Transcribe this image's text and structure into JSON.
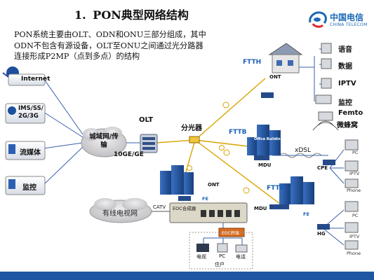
{
  "header": {
    "number": "1.",
    "title": "PON典型网络结构",
    "logo_cn": "中国电信",
    "logo_en": "CHINA TELECOM"
  },
  "intro": {
    "line1": "PON系统主要由OLT、ODN和ONU三部分组成，其中",
    "line2": "ODN不包含有源设备，OLT至ONU之间通过光分路器",
    "line3": "连接形成P2MP（点到多点）的结构"
  },
  "diagram": {
    "services": [
      "Internet",
      "IMS/SS/2G/3G",
      "流媒体",
      "监控"
    ],
    "metro": "城域网/传输",
    "olt": "OLT",
    "olt_port": "10GE/GE",
    "splitter": "分光器",
    "ftth": "FTTH",
    "ont_top": "ONT",
    "ftth_terminals": [
      "语音",
      "数据",
      "IPTV",
      "监控",
      "Femto",
      "微蜂窝"
    ],
    "fttb_1": "FTTB",
    "office_building": "Office Building",
    "mdu_1": "MDU",
    "xdsl": "xDSL",
    "cpe": "CPE",
    "cpe_terminals": [
      "PC",
      "IPTV",
      "Phone"
    ],
    "ont_mid": "ONT",
    "catv": "CATV",
    "fe_1": "FE",
    "cable_tv_net": "有线电视网",
    "eoc_combiner": "EOC合成器",
    "eoc_terminal": "EOC终端",
    "home_terminals": [
      "电视",
      "PC",
      "电话"
    ],
    "home": "住户",
    "fttb_2": "FTTB",
    "mdu_2": "MDU",
    "fe_2": "FE",
    "hg": "HG",
    "hg_terminals": [
      "PC",
      "IPTV",
      "Phone"
    ]
  },
  "colors": {
    "fiber": "#d9a400",
    "accent_blue": "#1a5fb4",
    "bottom_bar": "#1f56a4",
    "cloud": "#c9c9cc"
  }
}
